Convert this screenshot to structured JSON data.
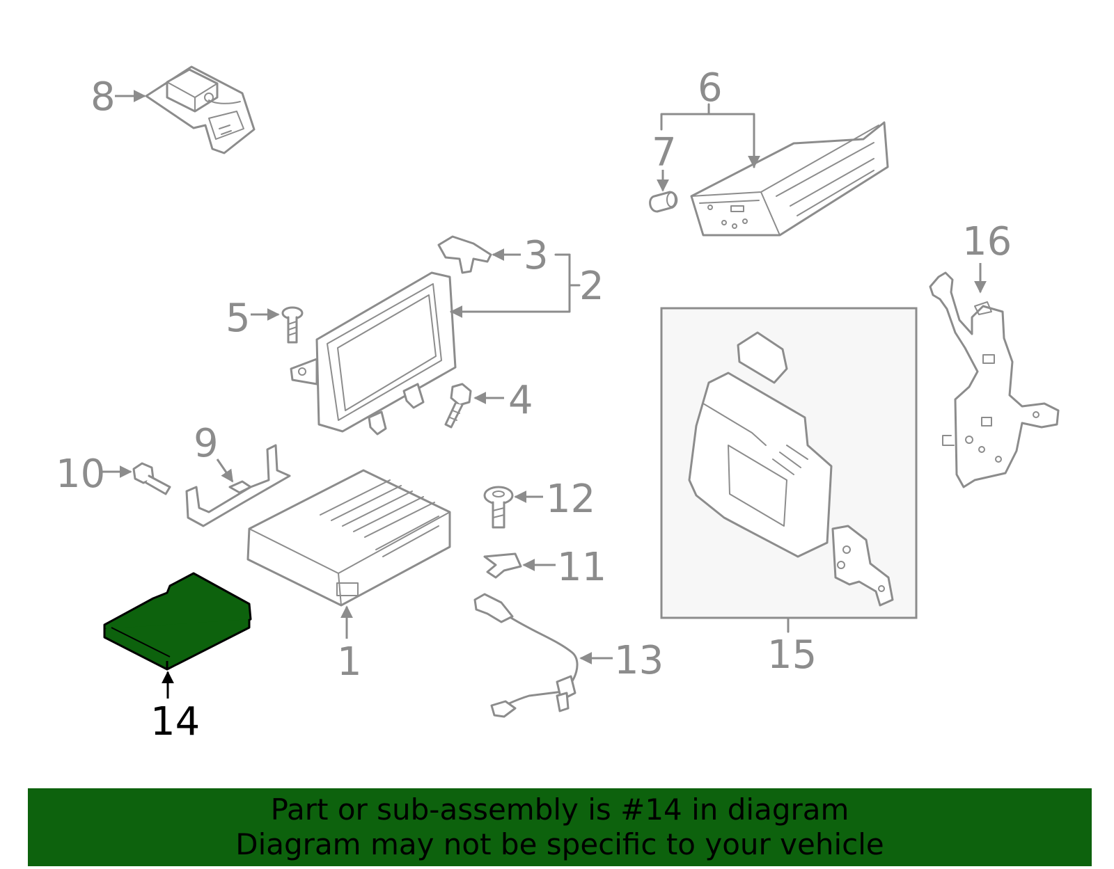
{
  "diagram": {
    "labels": [
      "1",
      "2",
      "3",
      "4",
      "5",
      "6",
      "7",
      "8",
      "9",
      "10",
      "11",
      "12",
      "13",
      "14",
      "15",
      "16"
    ],
    "highlighted_part": "14",
    "highlight_color": "#0d620d",
    "line_color": "#8c8c8c"
  },
  "banner": {
    "line1": "Part or sub-assembly is #14 in diagram",
    "line2": "Diagram may not be specific to your vehicle",
    "background": "#0d620d"
  }
}
